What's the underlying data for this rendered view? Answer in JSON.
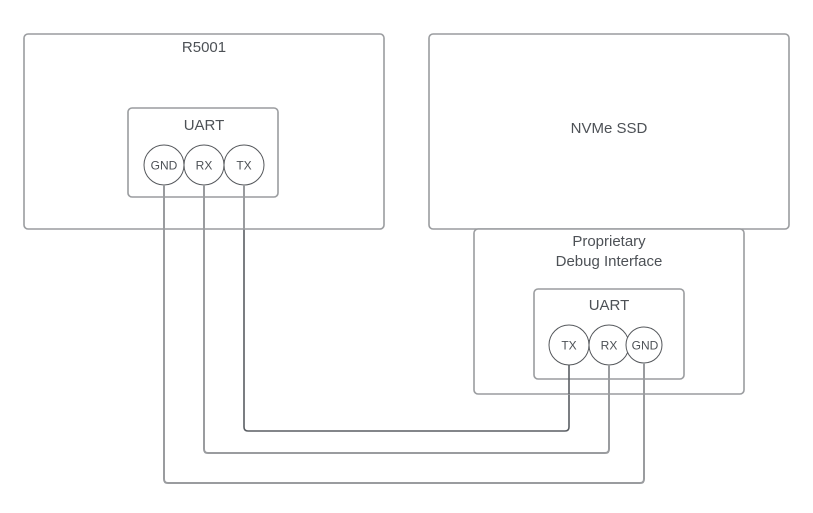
{
  "diagram": {
    "host": {
      "label": "R5001",
      "uart": {
        "label": "UART",
        "pins": [
          "GND",
          "RX",
          "TX"
        ]
      }
    },
    "target": {
      "label": "NVMe SSD"
    },
    "debug_interface": {
      "label_line1": "Proprietary",
      "label_line2": "Debug Interface",
      "uart": {
        "label": "UART",
        "pins": [
          "TX",
          "RX",
          "GND"
        ]
      }
    },
    "connections": [
      {
        "from": "R5001.TX",
        "to": "Debug.TX"
      },
      {
        "from": "R5001.RX",
        "to": "Debug.RX"
      },
      {
        "from": "R5001.GND",
        "to": "Debug.GND"
      }
    ],
    "colors": {
      "box_stroke": "#9a9c9f",
      "text": "#4d5156",
      "pin_stroke": "#55585c"
    }
  }
}
